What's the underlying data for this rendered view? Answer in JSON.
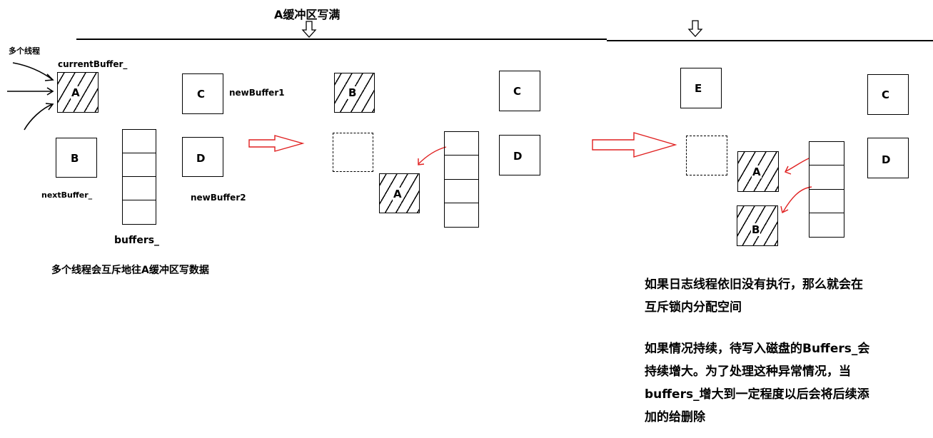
{
  "header": {
    "title": "A缓冲区写满"
  },
  "panel1": {
    "threads_label": "多个线程",
    "current_label": "currentBuffer_",
    "next_label": "nextBuffer_",
    "new1_label": "newBuffer1",
    "new2_label": "newBuffer2",
    "buffers_label": "buffers_",
    "box_a": "A",
    "box_b": "B",
    "box_c": "C",
    "box_d": "D",
    "caption": "多个线程会互斥地往A缓冲区写数据"
  },
  "panel2": {
    "box_b": "B",
    "box_c": "C",
    "box_d": "D",
    "box_a": "A"
  },
  "panel3": {
    "box_e": "E",
    "box_c": "C",
    "box_d": "D",
    "box_a": "A",
    "box_b": "B",
    "note1_line1": "如果日志线程依旧没有执行，那么就会在",
    "note1_line2": "互斥锁内分配空间",
    "note2_line1": "如果情况持续，待写入磁盘的Buffers_会",
    "note2_line2": "持续增大。为了处理这种异常情况，当",
    "note2_line3": "buffers_增大到一定程度以后会将后续添",
    "note2_line4": "加的给删除"
  },
  "colors": {
    "arrow_red": "#e02020",
    "stroke": "#000000"
  }
}
